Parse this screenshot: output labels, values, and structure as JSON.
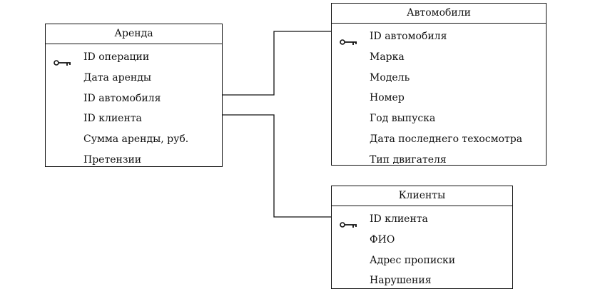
{
  "diagram": {
    "line_color": "#111111",
    "tables": {
      "arenda": {
        "title": "Аренда",
        "fields": [
          {
            "label": "ID операции",
            "key": true
          },
          {
            "label": "Дата аренды",
            "key": false
          },
          {
            "label": "ID автомобиля",
            "key": false
          },
          {
            "label": "ID клиента",
            "key": false
          },
          {
            "label": "Сумма аренды, руб.",
            "key": false
          },
          {
            "label": "Претензии",
            "key": false
          }
        ]
      },
      "automobiles": {
        "title": "Автомобили",
        "fields": [
          {
            "label": "ID автомобиля",
            "key": true
          },
          {
            "label": "Марка",
            "key": false
          },
          {
            "label": "Модель",
            "key": false
          },
          {
            "label": "Номер",
            "key": false
          },
          {
            "label": "Год выпуска",
            "key": false
          },
          {
            "label": "Дата последнего техосмотра",
            "key": false
          },
          {
            "label": "Тип двигателя",
            "key": false
          }
        ]
      },
      "clients": {
        "title": "Клиенты",
        "fields": [
          {
            "label": "ID клиента",
            "key": true
          },
          {
            "label": "ФИО",
            "key": false
          },
          {
            "label": "Адрес прописки",
            "key": false
          },
          {
            "label": "Нарушения",
            "key": false
          }
        ]
      }
    },
    "relations": [
      {
        "from": "Аренда.ID автомобиля",
        "to": "Автомобили.ID автомобиля"
      },
      {
        "from": "Аренда.ID клиента",
        "to": "Клиенты.ID клиента"
      }
    ]
  }
}
